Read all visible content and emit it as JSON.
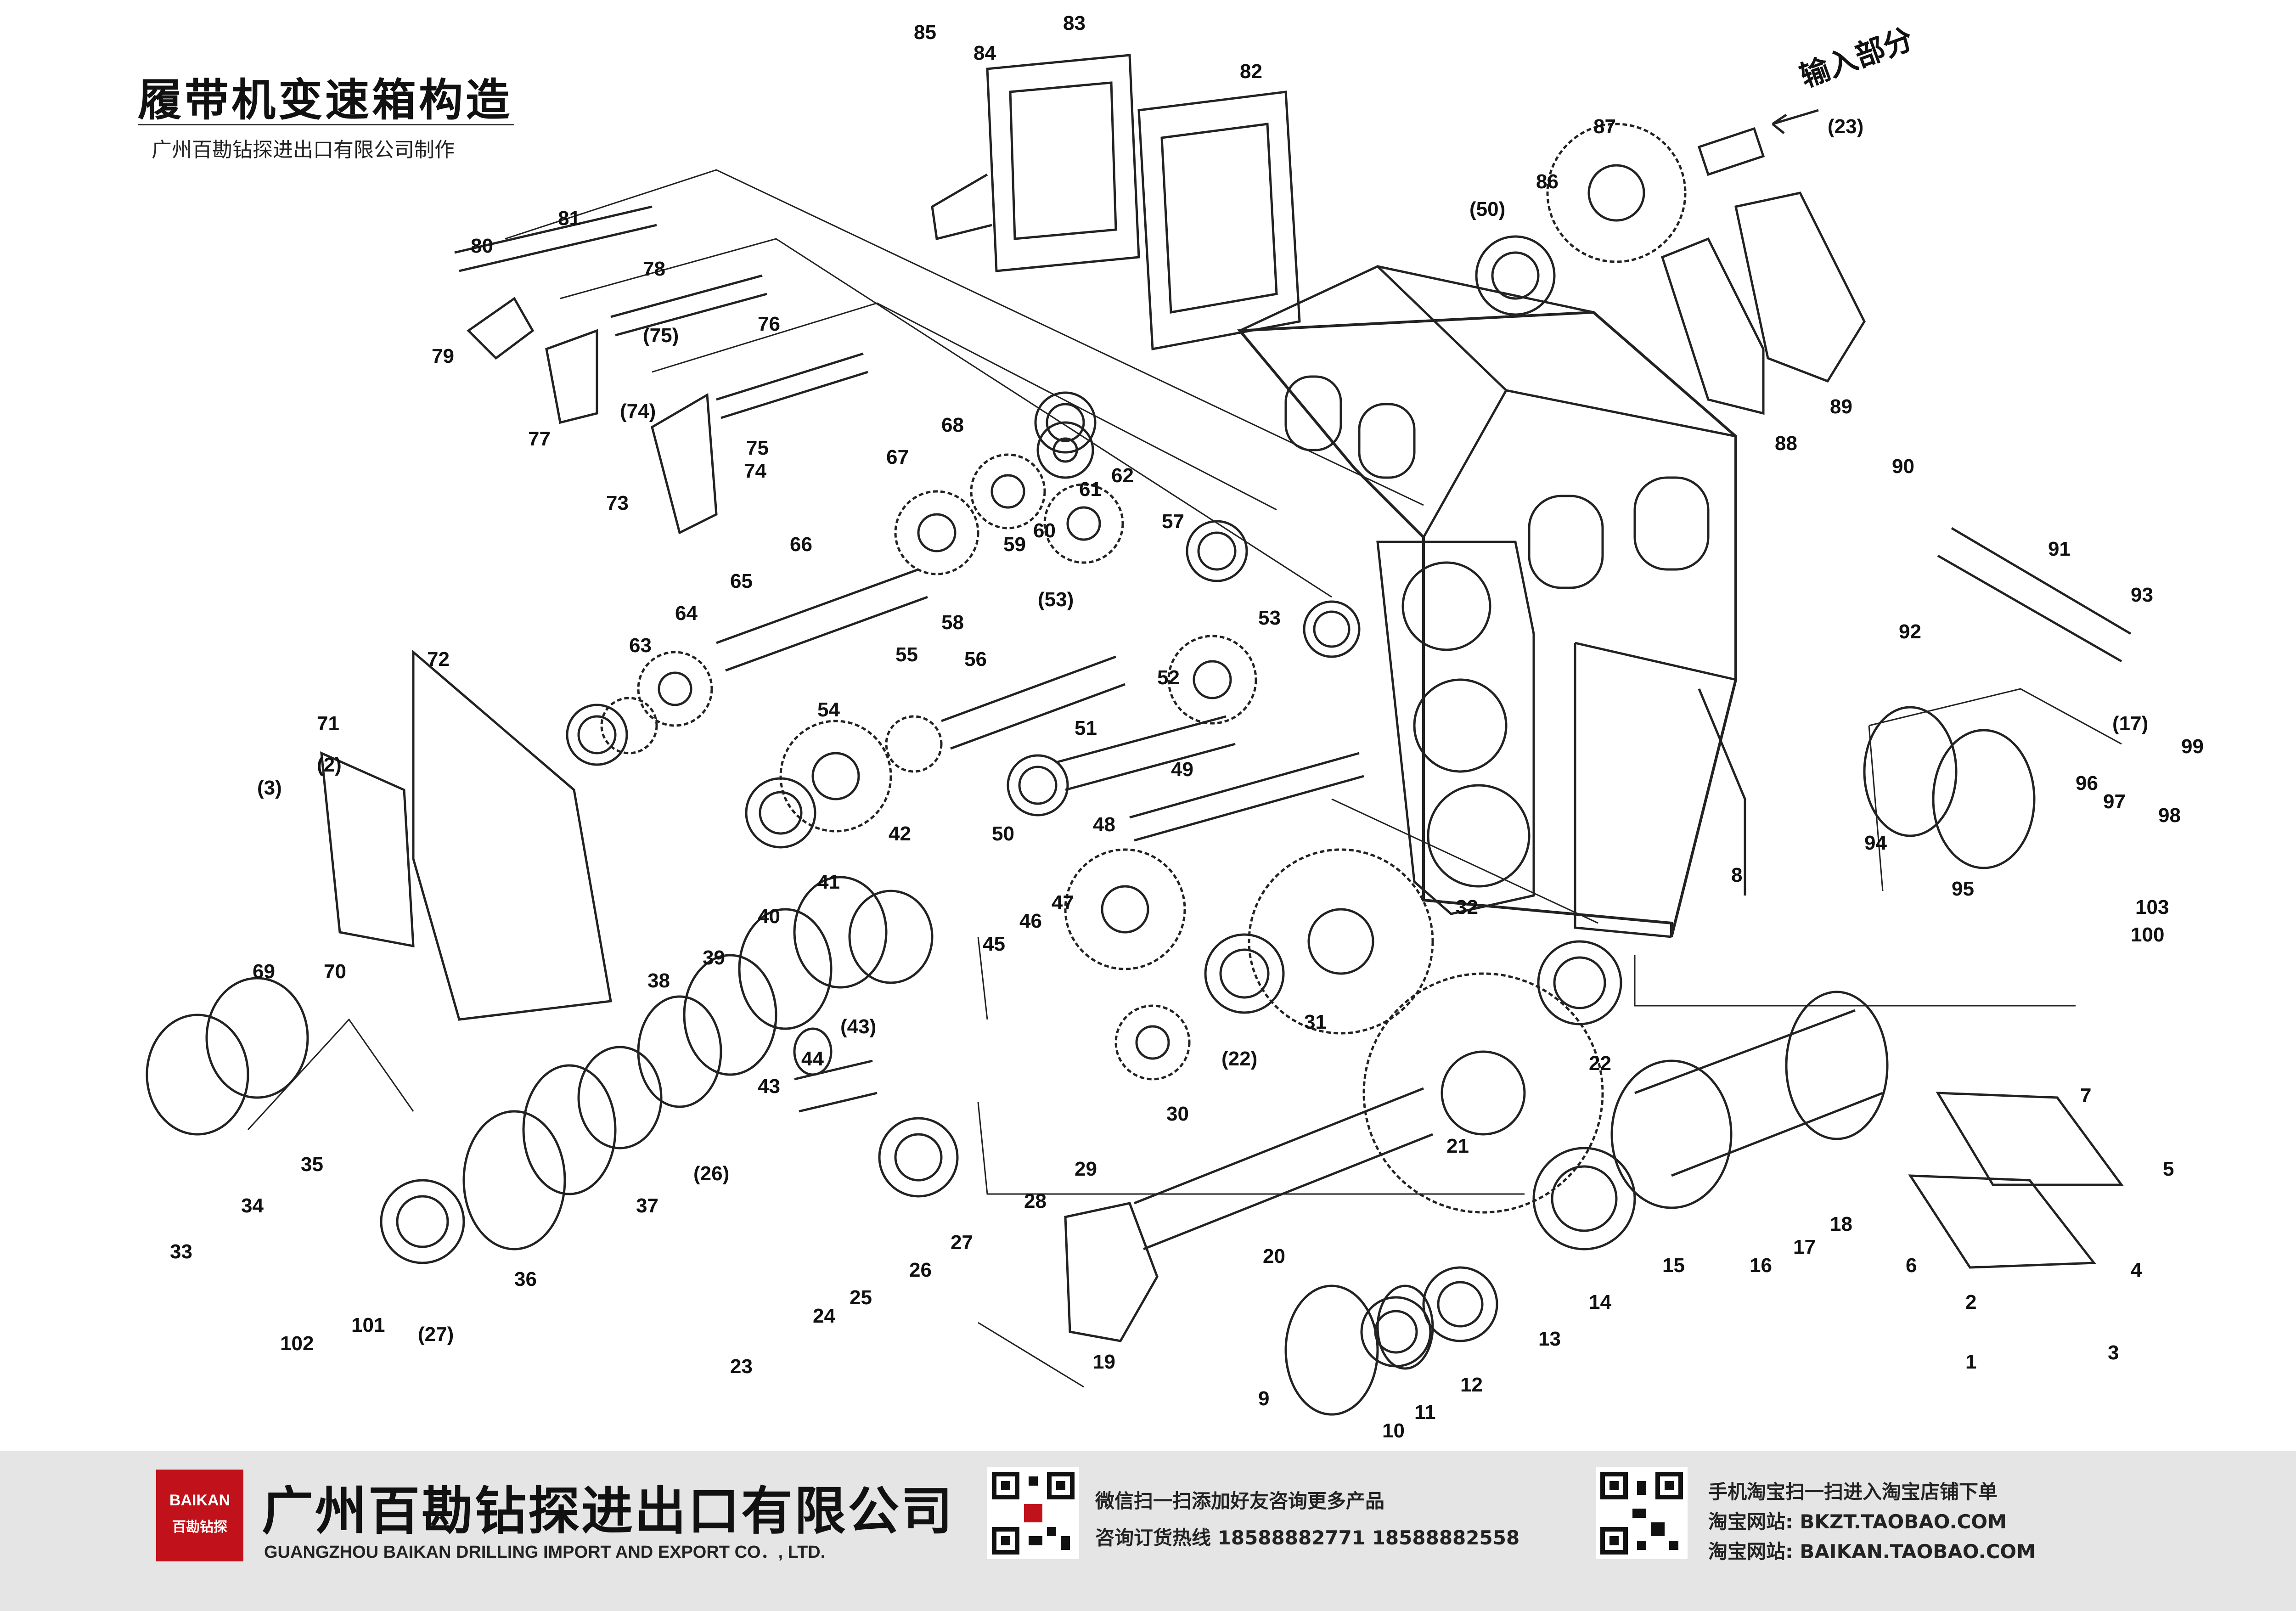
{
  "header": {
    "title": "履带机变速箱构造",
    "subtitle": "广州百勘钻探进出口有限公司制作"
  },
  "diagram": {
    "input_label": "输入部分",
    "callouts": [
      "1",
      "2",
      "3",
      "4",
      "5",
      "6",
      "7",
      "8",
      "9",
      "10",
      "11",
      "12",
      "13",
      "14",
      "15",
      "16",
      "17",
      "18",
      "19",
      "20",
      "21",
      "22",
      "23",
      "24",
      "25",
      "26",
      "27",
      "28",
      "29",
      "30",
      "31",
      "32",
      "33",
      "34",
      "35",
      "36",
      "37",
      "38",
      "39",
      "40",
      "41",
      "42",
      "43",
      "44",
      "45",
      "46",
      "47",
      "48",
      "49",
      "50",
      "51",
      "52",
      "53",
      "54",
      "55",
      "56",
      "57",
      "58",
      "59",
      "60",
      "61",
      "62",
      "63",
      "64",
      "65",
      "66",
      "67",
      "68",
      "69",
      "70",
      "71",
      "72",
      "73",
      "74",
      "75",
      "76",
      "77",
      "78",
      "79",
      "80",
      "81",
      "82",
      "83",
      "84",
      "85",
      "86",
      "87",
      "88",
      "89",
      "90",
      "91",
      "92",
      "93",
      "94",
      "95",
      "96",
      "97",
      "98",
      "99",
      "100",
      "101",
      "102",
      "103",
      "(2)",
      "(3)",
      "(17)",
      "(22)",
      "(23)",
      "(26)",
      "(27)",
      "(43)",
      "(50)",
      "(53)",
      "(74)",
      "(75)"
    ]
  },
  "footer": {
    "logo_en": "BAIKAN",
    "logo_cn": "百勘钻探",
    "company_cn": "广州百勘钻探进出口有限公司",
    "company_en": "GUANGZHOU BAIKAN DRILLING IMPORT AND EXPORT CO．, LTD.",
    "wechat_text": "微信扫一扫添加好友咨询更多产品",
    "hotline": "咨询订货热线 18588882771  18588882558",
    "taobao_scan": "手机淘宝扫一扫进入淘宝店铺下单",
    "shop1": "淘宝网站: BKZT.TAOBAO.COM",
    "shop2": "淘宝网站: BAIKAN.TAOBAO.COM"
  },
  "colors": {
    "line": "#222222",
    "footer_bg": "#e5e5e5",
    "logo_red": "#c1121b"
  }
}
